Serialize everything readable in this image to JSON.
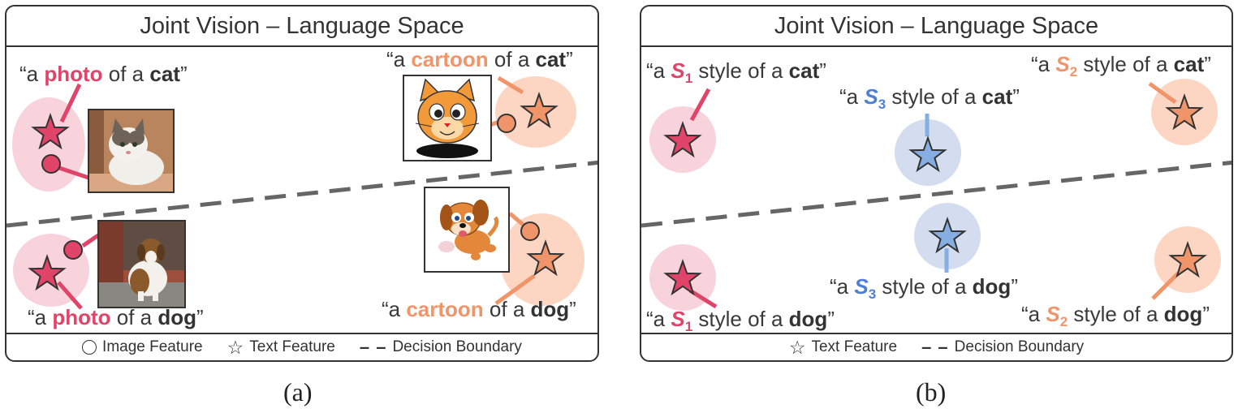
{
  "panel_a": {
    "title": "Joint Vision – Language Space",
    "labels": {
      "photo_cat": {
        "q1": "“a ",
        "kw": "photo",
        "mid": " of a ",
        "obj": "cat",
        "q2": "”"
      },
      "cartoon_cat": {
        "q1": "“a ",
        "kw": "cartoon",
        "mid": " of a ",
        "obj": "cat",
        "q2": "”"
      },
      "photo_dog": {
        "q1": "“a ",
        "kw": "photo",
        "mid": " of a ",
        "obj": "dog",
        "q2": "”"
      },
      "cartoon_dog": {
        "q1": "“a ",
        "kw": "cartoon",
        "mid": " of a ",
        "obj": "dog",
        "q2": "”"
      }
    },
    "legend": {
      "image": "Image Feature",
      "text": "Text Feature",
      "boundary": "Decision Boundary"
    },
    "caption": "(a)"
  },
  "panel_b": {
    "title": "Joint Vision – Language Space",
    "labels": {
      "s1_cat": {
        "q1": "“a ",
        "s": "S",
        "sub": "1",
        "mid": " style of a ",
        "obj": "cat",
        "q2": "”"
      },
      "s2_cat": {
        "q1": "“a ",
        "s": "S",
        "sub": "2",
        "mid": " style of a ",
        "obj": "cat",
        "q2": "”"
      },
      "s3_cat": {
        "q1": "“a ",
        "s": "S",
        "sub": "3",
        "mid": " style of a ",
        "obj": "cat",
        "q2": "”"
      },
      "s3_dog": {
        "q1": "“a ",
        "s": "S",
        "sub": "3",
        "mid": " style of a ",
        "obj": "dog",
        "q2": "”"
      },
      "s1_dog": {
        "q1": "“a ",
        "s": "S",
        "sub": "1",
        "mid": " style of a ",
        "obj": "dog",
        "q2": "”"
      },
      "s2_dog": {
        "q1": "“a ",
        "s": "S",
        "sub": "2",
        "mid": " style of a ",
        "obj": "dog",
        "q2": "”"
      }
    },
    "legend": {
      "text": "Text Feature",
      "boundary": "Decision Boundary"
    },
    "caption": "(b)"
  },
  "icons": {
    "star": "☆",
    "dash": "– –"
  },
  "colors": {
    "red": "#e04468",
    "orange": "#f0946a",
    "blue": "#4d7fd6",
    "red_blob": "#f9d3dc",
    "orange_blob": "#fcd6c3",
    "blue_blob": "#d3ddef",
    "boundary": "#666666"
  }
}
